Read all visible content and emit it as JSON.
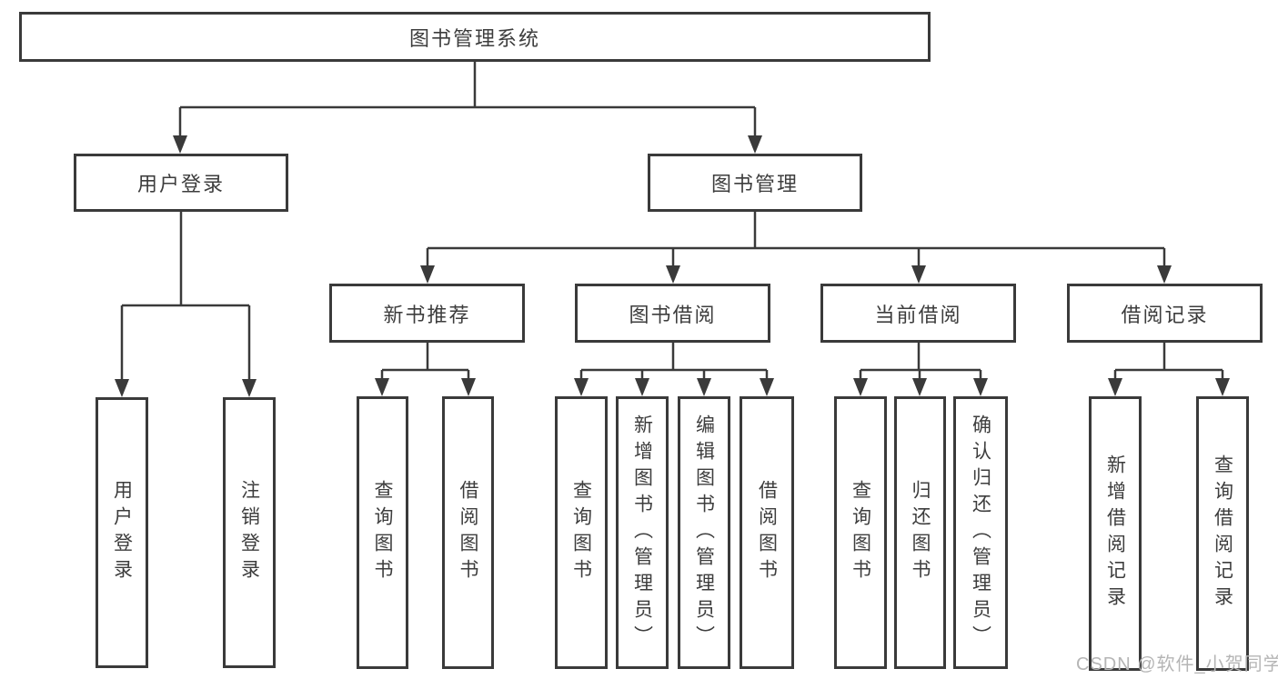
{
  "colors": {
    "line": "#3a3a3a",
    "box_border": "#3a3a3a",
    "text": "#3d3d3d",
    "watermark": "#b5b5b5",
    "background": "#ffffff"
  },
  "tree": {
    "label": "图书管理系统",
    "children": [
      {
        "label": "用户登录",
        "children": [
          {
            "label": "用户登录"
          },
          {
            "label": "注销登录"
          }
        ]
      },
      {
        "label": "图书管理",
        "children": [
          {
            "label": "新书推荐",
            "children": [
              {
                "label": "查询图书"
              },
              {
                "label": "借阅图书"
              }
            ]
          },
          {
            "label": "图书借阅",
            "children": [
              {
                "label": "查询图书"
              },
              {
                "label": "新增图书（管理员）"
              },
              {
                "label": "编辑图书（管理员）"
              },
              {
                "label": "借阅图书"
              }
            ]
          },
          {
            "label": "当前借阅",
            "children": [
              {
                "label": "查询图书"
              },
              {
                "label": "归还图书"
              },
              {
                "label": "确认归还（管理员）"
              }
            ]
          },
          {
            "label": "借阅记录",
            "children": [
              {
                "label": "新增借阅记录"
              },
              {
                "label": "查询借阅记录"
              }
            ]
          }
        ]
      }
    ]
  },
  "watermark": {
    "text": "CSDN @软件_小贺同学"
  }
}
